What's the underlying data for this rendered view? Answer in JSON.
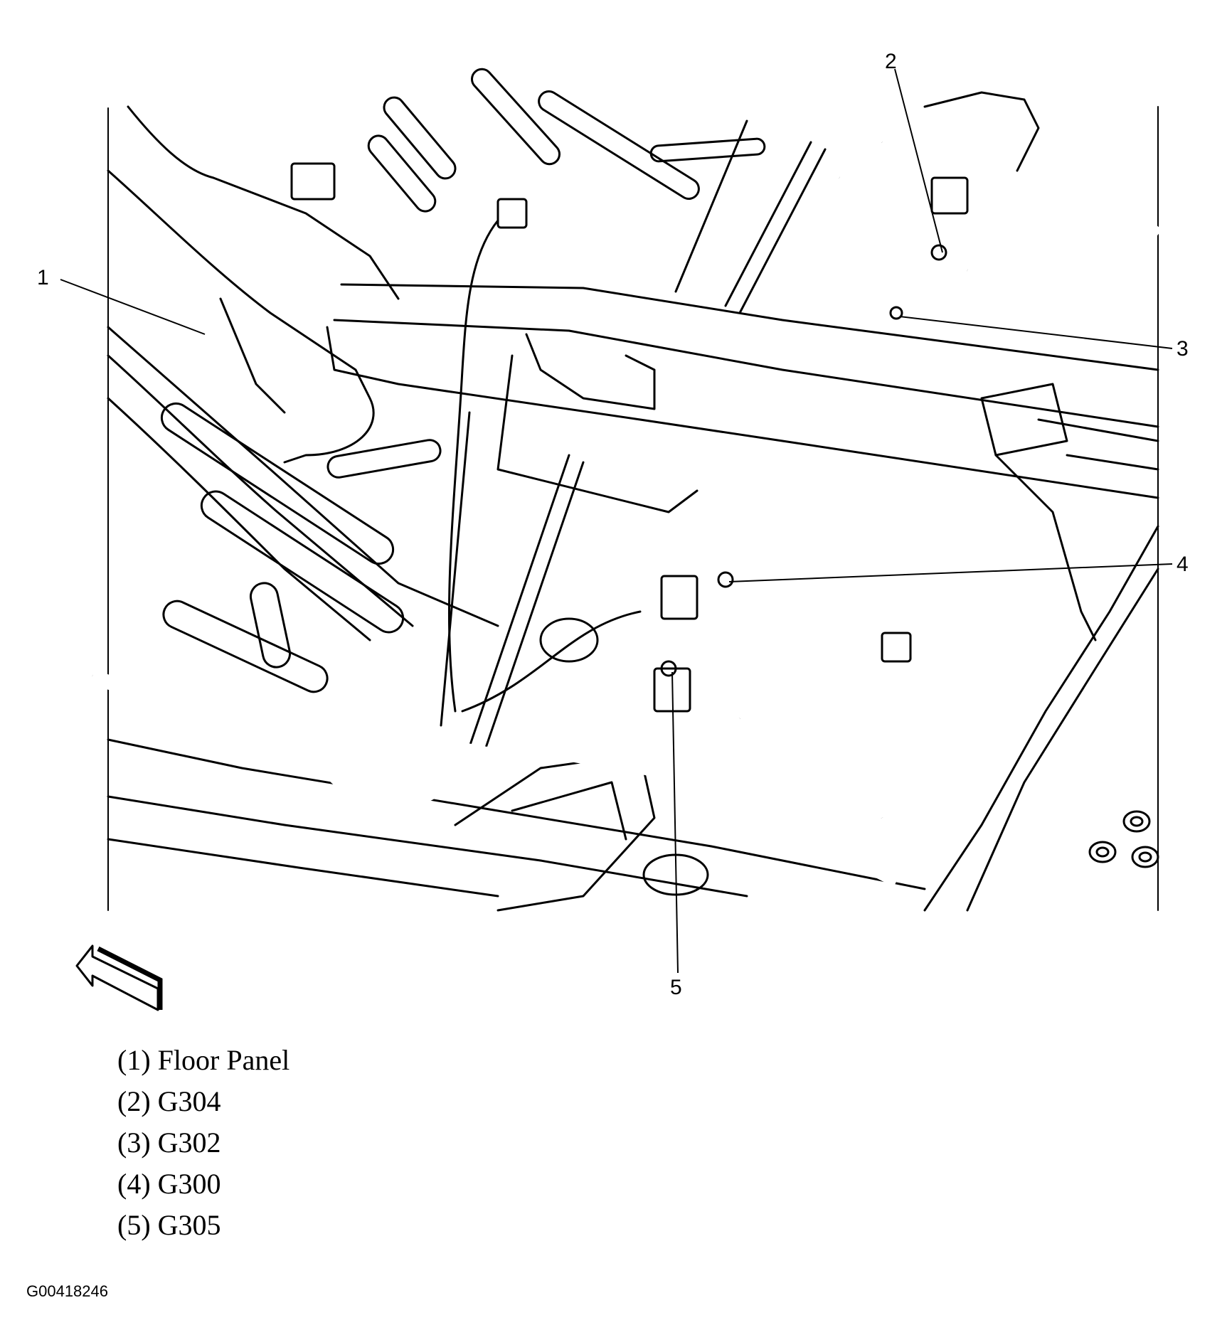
{
  "callouts": [
    {
      "number": "1",
      "name": "Floor Panel"
    },
    {
      "number": "2",
      "name": "G304"
    },
    {
      "number": "3",
      "name": "G302"
    },
    {
      "number": "4",
      "name": "G300"
    },
    {
      "number": "5",
      "name": "G305"
    }
  ],
  "legend": [
    "(1) Floor Panel",
    "(2) G304",
    "(3) G302",
    "(4) G300",
    "(5) G305"
  ],
  "figure_id": "G00418246",
  "icons": {
    "direction_arrow": "front-direction-arrow-icon"
  }
}
